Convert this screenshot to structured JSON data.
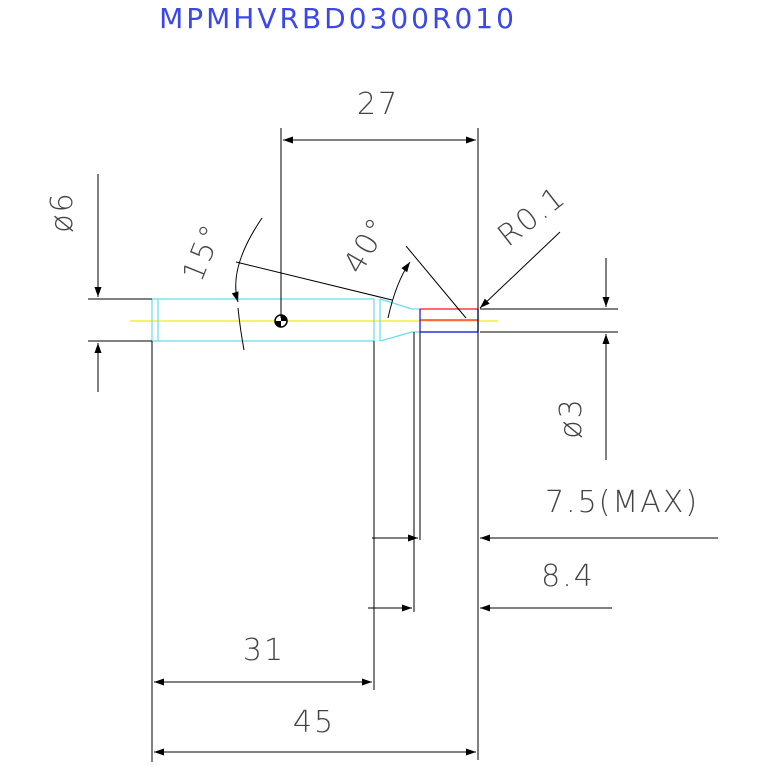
{
  "drawing": {
    "title": "MPMHVRBD0300R010",
    "dims": {
      "len_27": "27",
      "dia_6": "ø6",
      "ang_15": "15°",
      "ang_40": "40°",
      "rad_r01": "R0.1",
      "dia_3": "ø3",
      "max_75": "7.5(MAX)",
      "len_84": "8.4",
      "len_31": "31",
      "len_45": "45"
    },
    "colors": {
      "outline": "#66dcef",
      "tip": "#ff3b3b",
      "blue": "#2a32d8",
      "axis": "#f2ee3a",
      "dim": "#000000",
      "title": "#3b47e8"
    }
  }
}
